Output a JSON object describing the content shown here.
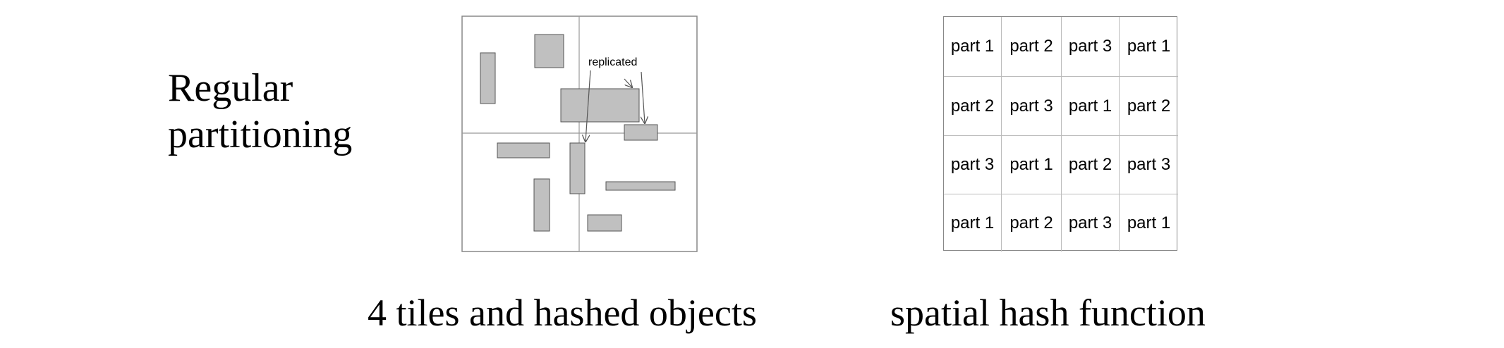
{
  "title": {
    "line1": "Regular",
    "line2": "partitioning"
  },
  "tiles_diagram": {
    "annotation": "replicated",
    "caption": "4 tiles and hashed objects",
    "colors": {
      "object_fill": "#c0c0c0",
      "object_stroke": "#555555",
      "grid_line": "#888888"
    }
  },
  "hash_function": {
    "caption": "spatial hash function",
    "rows": [
      [
        "part 1",
        "part 2",
        "part 3",
        "part 1"
      ],
      [
        "part 2",
        "part 3",
        "part 1",
        "part 2"
      ],
      [
        "part 3",
        "part 1",
        "part 2",
        "part 3"
      ],
      [
        "part 1",
        "part 2",
        "part 3",
        "part 1"
      ]
    ]
  }
}
